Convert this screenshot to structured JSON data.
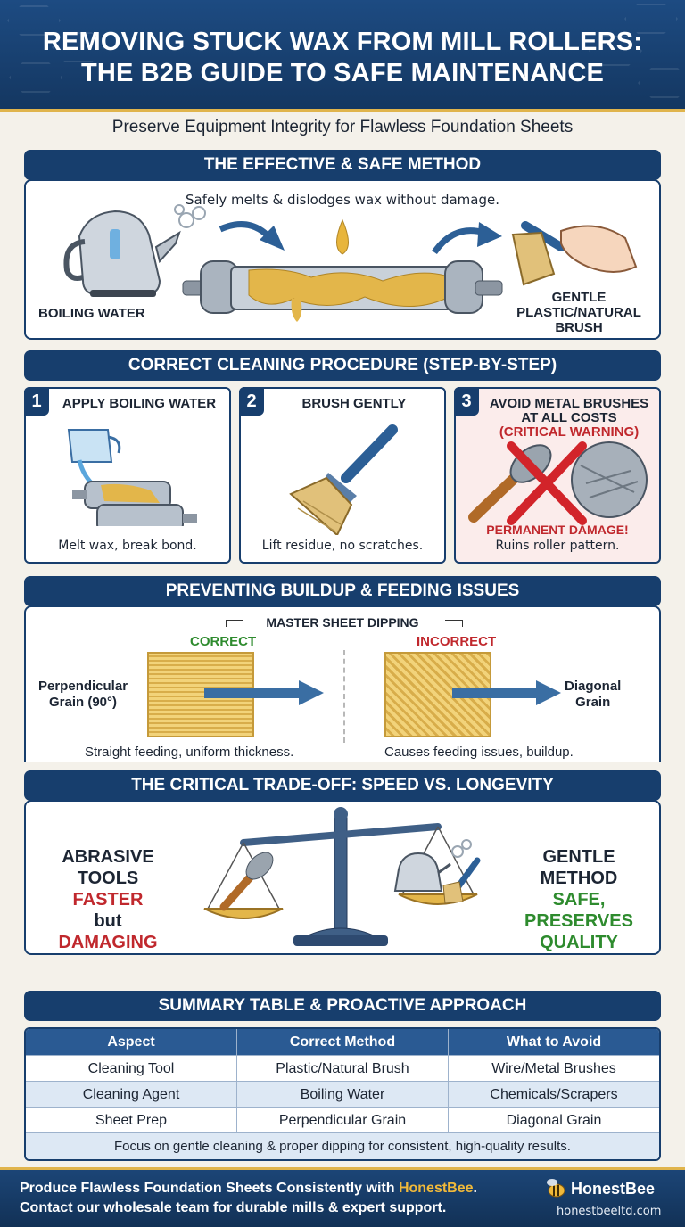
{
  "header": {
    "title_line1": "REMOVING STUCK WAX FROM MILL ROLLERS:",
    "title_line2": "THE B2B GUIDE TO SAFE MAINTENANCE",
    "subtitle": "Preserve Equipment Integrity for Flawless Foundation Sheets"
  },
  "effective_method": {
    "title": "THE EFFECTIVE & SAFE METHOD",
    "caption": "Safely melts & dislodges wax without damage.",
    "left_label": "BOILING WATER",
    "right_label_lines": [
      "GENTLE",
      "PLASTIC/NATURAL",
      "BRUSH"
    ]
  },
  "procedure": {
    "title": "CORRECT CLEANING PROCEDURE (STEP-BY-STEP)",
    "steps": [
      {
        "number": "1",
        "title": "APPLY BOILING WATER",
        "caption": "Melt wax, break bond."
      },
      {
        "number": "2",
        "title": "BRUSH GENTLY",
        "caption": "Lift residue, no scratches."
      },
      {
        "number": "3",
        "title_line1": "AVOID METAL BRUSHES",
        "title_line2": "AT ALL COSTS",
        "warning": "(CRITICAL WARNING)",
        "damage": "PERMANENT DAMAGE!",
        "caption": "Ruins roller pattern."
      }
    ]
  },
  "buildup": {
    "title": "PREVENTING BUILDUP & FEEDING ISSUES",
    "heading": "MASTER SHEET DIPPING",
    "correct_label": "CORRECT",
    "incorrect_label": "INCORRECT",
    "left_label_lines": [
      "Perpendicular",
      "Grain (90°)"
    ],
    "right_label_lines": [
      "Diagonal",
      "Grain"
    ],
    "left_caption": "Straight feeding, uniform thickness.",
    "right_caption": "Causes feeding issues, buildup."
  },
  "tradeoff": {
    "title": "THE CRITICAL TRADE-OFF: SPEED VS. LONGEVITY",
    "left_lines": [
      "ABRASIVE",
      "TOOLS"
    ],
    "left_sub": [
      "FASTER",
      "but",
      "DAMAGING"
    ],
    "right_lines": [
      "GENTLE",
      "METHOD"
    ],
    "right_sub": [
      "SAFE,",
      "PRESERVES",
      "QUALITY"
    ]
  },
  "summary": {
    "title": "SUMMARY TABLE & PROACTIVE APPROACH",
    "headers": [
      "Aspect",
      "Correct Method",
      "What to Avoid"
    ],
    "rows": [
      [
        "Cleaning Tool",
        "Plastic/Natural Brush",
        "Wire/Metal Brushes"
      ],
      [
        "Cleaning Agent",
        "Boiling Water",
        "Chemicals/Scrapers"
      ],
      [
        "Sheet Prep",
        "Perpendicular Grain",
        "Diagonal Grain"
      ]
    ],
    "footnote": "Focus on gentle cleaning & proper dipping for consistent, high-quality results."
  },
  "footer": {
    "line1_prefix": "Produce Flawless Foundation Sheets Consistently with ",
    "brand": "HonestBee",
    "line1_suffix": ".",
    "line2": "Contact our wholesale team for durable mills & expert support.",
    "logo_text": "HonestBee",
    "url": "honestbeeltd.com"
  },
  "colors": {
    "navy": "#173e6d",
    "gold": "#e0b44c",
    "correct_green": "#2e8b2e",
    "warning_red": "#c0282d"
  }
}
